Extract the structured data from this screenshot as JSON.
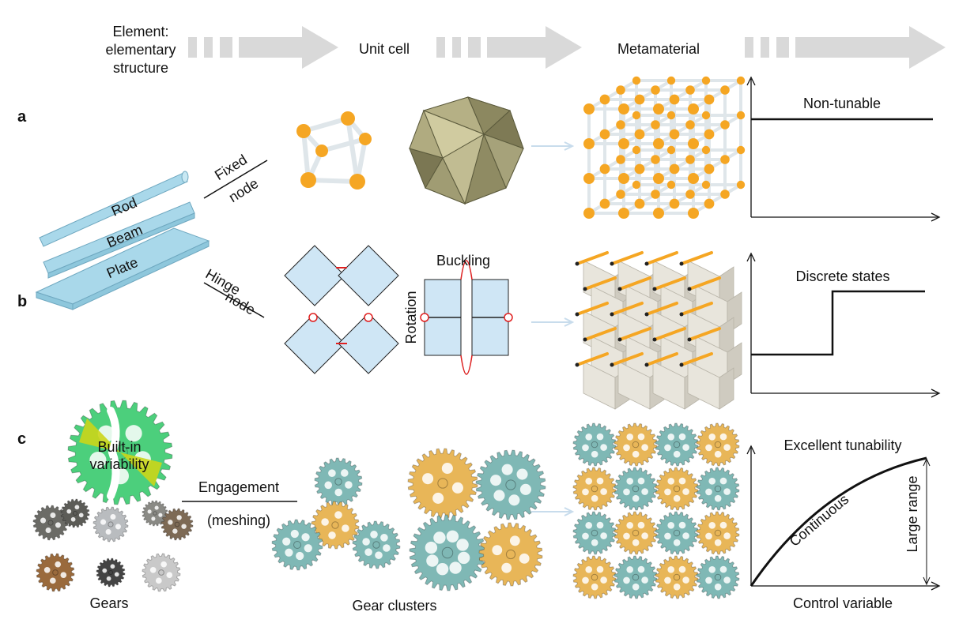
{
  "header": {
    "element_line1": "Element:",
    "element_line2": "elementary",
    "element_line3": "structure",
    "unit_cell": "Unit cell",
    "metamaterial": "Metamaterial"
  },
  "panel_a": {
    "label": "a",
    "rod": "Rod",
    "beam": "Beam",
    "plate": "Plate",
    "connector_top": "Fixed",
    "connector_bottom": "node",
    "graph_label": "Non-tunable"
  },
  "panel_b": {
    "label": "b",
    "connector_top": "Hinge",
    "connector_bottom": "node",
    "buckling": "Buckling",
    "rotation": "Rotation",
    "graph_label": "Discrete states"
  },
  "panel_c": {
    "label": "c",
    "builtin_line1": "Built-in",
    "builtin_line2": "variability",
    "connector_top": "Engagement",
    "connector_bottom": "(meshing)",
    "gears": "Gears",
    "gear_clusters": "Gear clusters",
    "graph_label": "Excellent tunability",
    "curve_label": "Continuous",
    "range_label": "Large range",
    "xlabel": "Control variable"
  },
  "colors": {
    "arrow": "#d9d9d9",
    "orange": "#f5a623",
    "teal": "#7fb8b5",
    "gold": "#e8b658",
    "cell": "#cfe6f5",
    "hinge": "#e02020",
    "gear_green": "#4ccf7c"
  }
}
